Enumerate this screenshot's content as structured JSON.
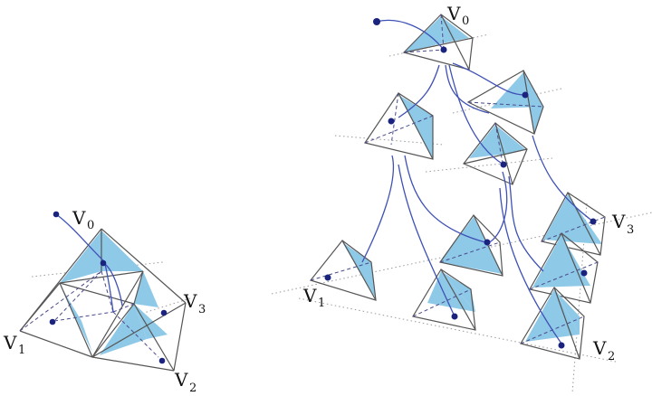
{
  "colors": {
    "face_fill": "#8ec9e8",
    "edge": "#555555",
    "hidden_edge": "#4a4a8a",
    "dot": "#1a237e",
    "curve": "#3f51b5",
    "plane": "#9a9a9a"
  },
  "left_figure": {
    "labels": {
      "v0": {
        "main": "V",
        "sub": "0"
      },
      "v1": {
        "main": "V",
        "sub": "1"
      },
      "v2": {
        "main": "V",
        "sub": "2"
      },
      "v3": {
        "main": "V",
        "sub": "3"
      }
    }
  },
  "right_figure": {
    "labels": {
      "v0": {
        "main": "V",
        "sub": "0"
      },
      "v1": {
        "main": "V",
        "sub": "1"
      },
      "v2": {
        "main": "V",
        "sub": "2"
      },
      "v3": {
        "main": "V",
        "sub": "3"
      }
    }
  }
}
